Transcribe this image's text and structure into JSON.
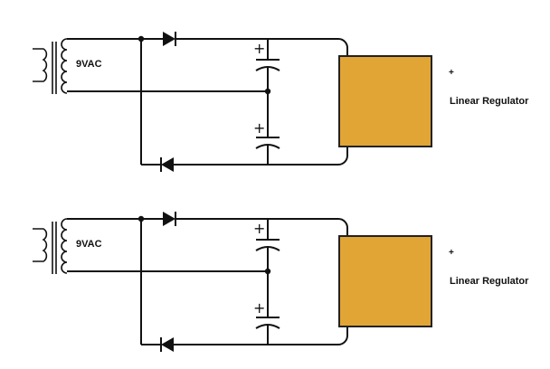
{
  "circuits": [
    {
      "source_label": "9VAC",
      "regulator_plus": "+",
      "regulator_label": "Linear Regulator",
      "cap_upper_plus": "+",
      "cap_lower_plus": "+"
    },
    {
      "source_label": "9VAC",
      "regulator_plus": "+",
      "regulator_label": "Linear Regulator",
      "cap_upper_plus": "+",
      "cap_lower_plus": "+"
    }
  ],
  "colors": {
    "regulator_fill": "#E0A535",
    "regulator_stroke": "#222222",
    "wire": "#111111"
  }
}
